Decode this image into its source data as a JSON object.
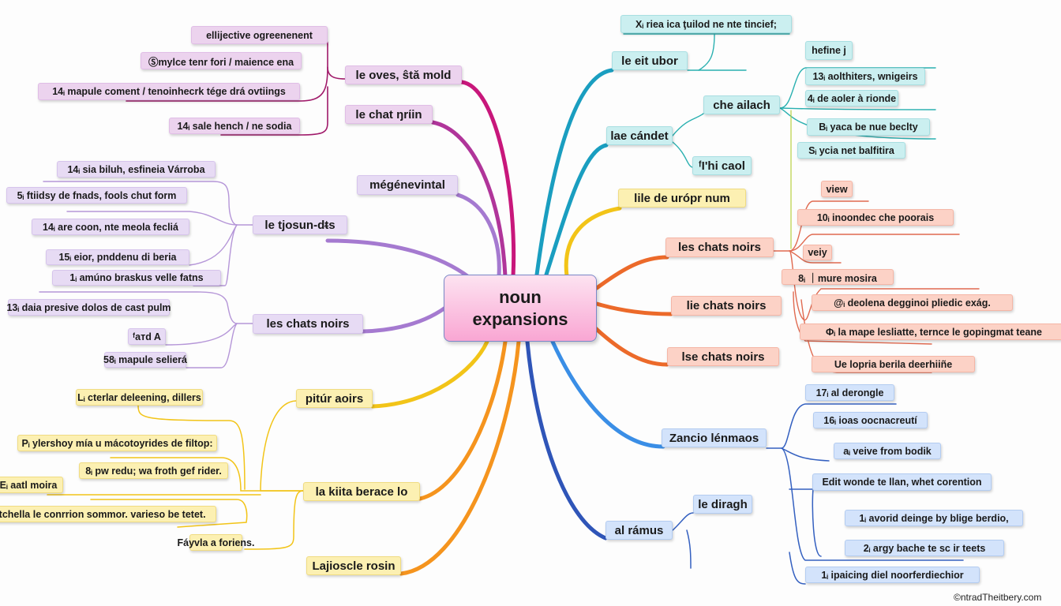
{
  "center": "noun expansions",
  "watermark": "©ntradTheitbery.com",
  "colors": {
    "magenta": "#c8177b",
    "purple": "#a57ad0",
    "yellow": "#f2c418",
    "orange": "#f07a22",
    "teal": "#1aa0b8",
    "blue": "#2f6fd8"
  },
  "magenta": {
    "nodes": [
      "le oves, ŝtă mold",
      "le chat ŋrίin"
    ],
    "leaves": [
      "ellijective ogreenenent",
      "Ⓢmylce tenr fori / maience ena",
      "14ᵢ mapule coment / tenoinhecrk tége drá ovtiings",
      "14ᵢ sale hench / ne sodia"
    ]
  },
  "purple": {
    "nodes": [
      "mégénevintal",
      "le tjosun-dᵵs",
      "les chats noirs"
    ],
    "leaves": [
      "14ᵢ sia biluh, esfineia Várroba",
      "5ᵢ ftiidsy de fnads, fools chut form",
      "14ᵢ are coon, nte meola feclіá",
      "15ᵢ eior, pnddenu di beria",
      "1ᵢ amúno braskus velle fatns",
      "13ᵢ daia presive dolos de cast pulm",
      "ᶠaтd A",
      "58ᵢ mapule selierá"
    ]
  },
  "yellow": {
    "nodes": [
      "pitúr aoirs",
      "la kiita berace lo",
      "Lajioscle rosin",
      "lile de urópr num"
    ],
    "leaves": [
      "Lᵢ cterlar deleening, dillers",
      "Pᵢ ylershoy mía u mácotoyrides de filtop:",
      "8ᵢ pw redu; wa froth gef rider.",
      "Eᵢ aatl moira",
      "ᵢ tchella le conrrion sommor. varieso be tetet.",
      "Fáyvla a foriens."
    ]
  },
  "teal": {
    "nodes": [
      "le eit ubor",
      "lae cándet",
      "che ailach",
      "ᶠI'hi caol"
    ],
    "leaves": [
      "Xᵢ riea ica ţuilod ne nte tincief;",
      "hefine j",
      "13ᵢ aolthiters, wnigeirs",
      "4ᵢ de aoler à rionde",
      "Bᵢ yaca be nue beclty",
      "Sᵢ ycia net balfitira"
    ]
  },
  "orange": {
    "nodes": [
      "les chats noirs",
      "lie chats noirs",
      "lse chats noirs"
    ],
    "leaves": [
      "view",
      "10ᵢ inoondec che poorais",
      "veiy",
      "8ᵢ ｜mure mosira",
      "@ᵢ deolena degginoi pliedic exág.",
      "Φᵢ la mape lesliatte, ternce le gopingmat teane",
      "Ue lopria berila deerhiiñe"
    ]
  },
  "blue": {
    "nodes": [
      "Zancio lénmaos",
      "al rámus",
      "le diragh"
    ],
    "leaves": [
      "17ᵢ al derongle",
      "16ᵢ ioas oocnacreutí",
      "aᵢ veive from bodik",
      "Edit wonde te llan, whet corention",
      "1ᵢ avorid deinge by blige berdio,",
      "2ᵢ argy bache te sc ir teets",
      "1ᵢ ipaicing diel noorferdiechior"
    ]
  }
}
